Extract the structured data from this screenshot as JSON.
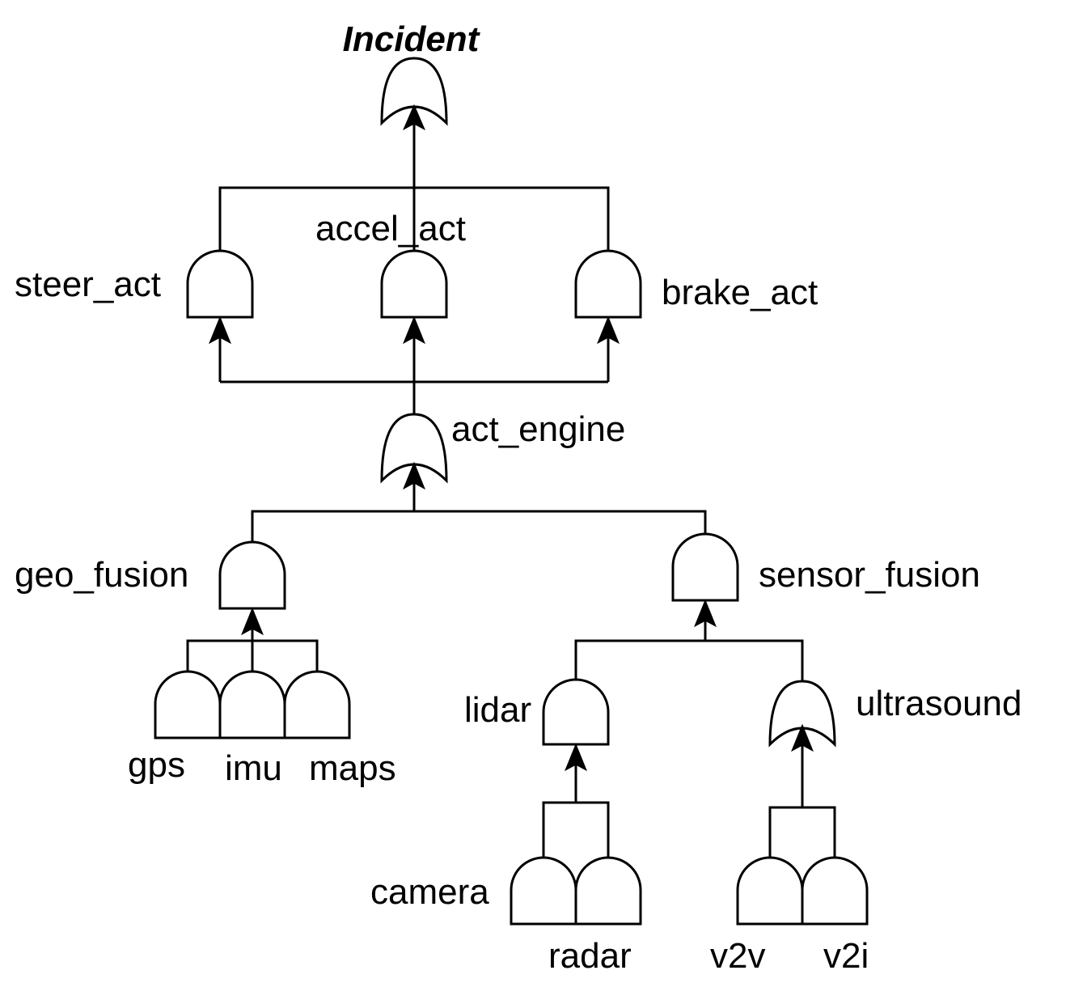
{
  "diagram": {
    "top_event": "Incident",
    "labels": {
      "accel_act": "accel_act",
      "steer_act": "steer_act",
      "brake_act": "brake_act",
      "act_engine": "act_engine",
      "geo_fusion": "geo_fusion",
      "sensor_fusion": "sensor_fusion",
      "gps": "gps",
      "imu": "imu",
      "maps": "maps",
      "lidar": "lidar",
      "ultrasound": "ultrasound",
      "camera": "camera",
      "radar": "radar",
      "v2v": "v2v",
      "v2i": "v2i"
    },
    "gate_types": {
      "Incident": "OR",
      "steer_act": "AND",
      "accel_act": "AND",
      "brake_act": "AND",
      "act_engine": "OR",
      "geo_fusion": "AND",
      "sensor_fusion": "AND",
      "gps": "AND",
      "imu": "AND",
      "maps": "AND",
      "lidar": "AND",
      "ultrasound": "OR",
      "camera": "AND",
      "radar": "AND",
      "v2v": "AND",
      "v2i": "AND"
    }
  }
}
